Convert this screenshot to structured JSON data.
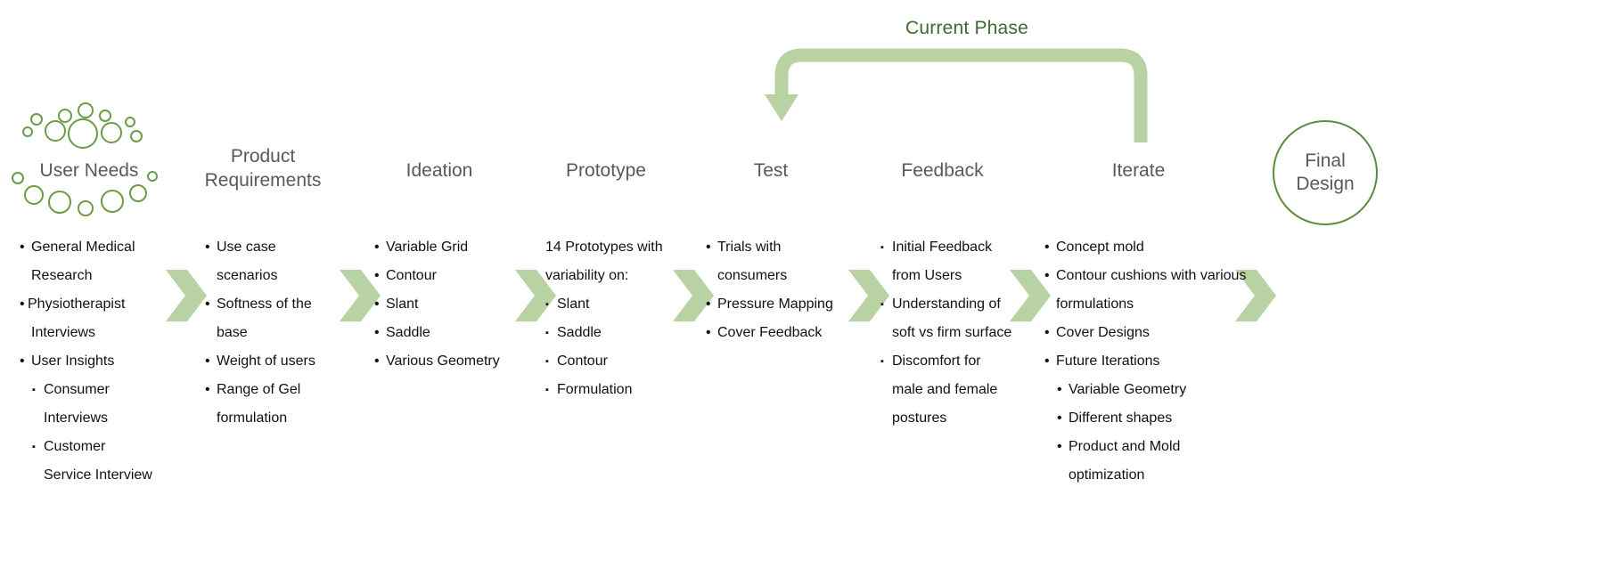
{
  "diagram": {
    "title_annotation": "Current Phase",
    "accent_color": "#b9d2a4",
    "accent_dark": "#3d6b2e",
    "circle_outline_color": "#5b8c40",
    "stage_text_color": "#595959",
    "loop_from_stage": "Iterate",
    "loop_to_stage": "Test"
  },
  "stages": [
    {
      "id": "user-needs",
      "label": "User Needs",
      "label_line2": ""
    },
    {
      "id": "product-requirements",
      "label": "Product",
      "label_line2": "Requirements"
    },
    {
      "id": "ideation",
      "label": "Ideation",
      "label_line2": ""
    },
    {
      "id": "prototype",
      "label": "Prototype",
      "label_line2": ""
    },
    {
      "id": "test",
      "label": "Test",
      "label_line2": ""
    },
    {
      "id": "feedback",
      "label": "Feedback",
      "label_line2": ""
    },
    {
      "id": "iterate",
      "label": "Iterate",
      "label_line2": ""
    },
    {
      "id": "final-design",
      "label": "Final",
      "label_line2": "Design"
    }
  ],
  "columns": [
    {
      "id": "user-needs",
      "rows": [
        {
          "type": "bullet",
          "marker": "•",
          "level": 1,
          "text": "General Medical"
        },
        {
          "type": "cont",
          "level": 1,
          "text": "Research"
        },
        {
          "type": "bullet",
          "marker": "•",
          "level": 1,
          "text": "Physiotherapist",
          "tight": true
        },
        {
          "type": "cont",
          "level": 1,
          "text": "Interviews"
        },
        {
          "type": "bullet",
          "marker": "•",
          "level": 1,
          "text": "User Insights"
        },
        {
          "type": "bullet",
          "marker": "▪",
          "level": 2,
          "text": "Consumer"
        },
        {
          "type": "cont",
          "level": 2,
          "text": "Interviews"
        },
        {
          "type": "bullet",
          "marker": "▪",
          "level": 2,
          "text": "Customer"
        },
        {
          "type": "cont",
          "level": 2,
          "text": "Service Interview"
        }
      ]
    },
    {
      "id": "product-requirements",
      "rows": [
        {
          "type": "bullet",
          "marker": "•",
          "level": 1,
          "text": "Use case"
        },
        {
          "type": "cont",
          "level": 1,
          "text": "scenarios"
        },
        {
          "type": "bullet",
          "marker": "•",
          "level": 1,
          "text": "Softness of the"
        },
        {
          "type": "cont",
          "level": 1,
          "text": "base"
        },
        {
          "type": "bullet",
          "marker": "•",
          "level": 1,
          "text": "Weight of users"
        },
        {
          "type": "bullet",
          "marker": "•",
          "level": 1,
          "text": "Range of Gel"
        },
        {
          "type": "cont",
          "level": 1,
          "text": "formulation"
        }
      ]
    },
    {
      "id": "ideation",
      "rows": [
        {
          "type": "bullet",
          "marker": "•",
          "level": 1,
          "text": "Variable Grid"
        },
        {
          "type": "bullet",
          "marker": "•",
          "level": 1,
          "text": "Contour"
        },
        {
          "type": "bullet",
          "marker": "•",
          "level": 1,
          "text": "Slant"
        },
        {
          "type": "bullet",
          "marker": "•",
          "level": 1,
          "text": "Saddle"
        },
        {
          "type": "bullet",
          "marker": "•",
          "level": 1,
          "text": "Various Geometry"
        }
      ]
    },
    {
      "id": "prototype",
      "rows": [
        {
          "type": "plain",
          "level": 1,
          "text": "14 Prototypes with"
        },
        {
          "type": "plain",
          "level": 1,
          "text": "variability on:"
        },
        {
          "type": "bullet",
          "marker": "▪",
          "level": 1,
          "text": "Slant"
        },
        {
          "type": "bullet",
          "marker": "▪",
          "level": 1,
          "text": "Saddle"
        },
        {
          "type": "bullet",
          "marker": "▪",
          "level": 1,
          "text": "Contour"
        },
        {
          "type": "bullet",
          "marker": "▪",
          "level": 1,
          "text": "Formulation"
        }
      ]
    },
    {
      "id": "test",
      "rows": [
        {
          "type": "bullet",
          "marker": "•",
          "level": 1,
          "text": "Trials with"
        },
        {
          "type": "cont",
          "level": 1,
          "text": "consumers"
        },
        {
          "type": "bullet",
          "marker": "•",
          "level": 1,
          "text": "Pressure Mapping"
        },
        {
          "type": "bullet",
          "marker": "•",
          "level": 1,
          "text": "Cover Feedback"
        }
      ]
    },
    {
      "id": "feedback",
      "rows": [
        {
          "type": "bullet",
          "marker": "▪",
          "level": 1,
          "text": "Initial Feedback"
        },
        {
          "type": "cont",
          "level": 1,
          "text": "from Users"
        },
        {
          "type": "bullet",
          "marker": "▪",
          "level": 1,
          "text": "Understanding of"
        },
        {
          "type": "cont",
          "level": 1,
          "text": "soft vs firm surface"
        },
        {
          "type": "bullet",
          "marker": "▪",
          "level": 1,
          "text": "Discomfort for"
        },
        {
          "type": "cont",
          "level": 1,
          "text": "male and female"
        },
        {
          "type": "cont",
          "level": 1,
          "text": "postures"
        }
      ]
    },
    {
      "id": "iterate",
      "rows": [
        {
          "type": "bullet",
          "marker": "•",
          "level": 1,
          "text": "Concept mold"
        },
        {
          "type": "bullet",
          "marker": "•",
          "level": 1,
          "text": "Contour cushions with various"
        },
        {
          "type": "cont",
          "level": 1,
          "text": "formulations"
        },
        {
          "type": "bullet",
          "marker": "•",
          "level": 1,
          "text": "Cover Designs"
        },
        {
          "type": "bullet",
          "marker": "•",
          "level": 1,
          "text": "Future Iterations"
        },
        {
          "type": "bullet",
          "marker": "•",
          "level": 2,
          "text": "Variable Geometry"
        },
        {
          "type": "bullet",
          "marker": "•",
          "level": 2,
          "text": "Different shapes"
        },
        {
          "type": "bullet",
          "marker": "•",
          "level": 2,
          "text": "Product and Mold"
        },
        {
          "type": "cont",
          "level": 2,
          "text": "optimization"
        }
      ]
    }
  ]
}
